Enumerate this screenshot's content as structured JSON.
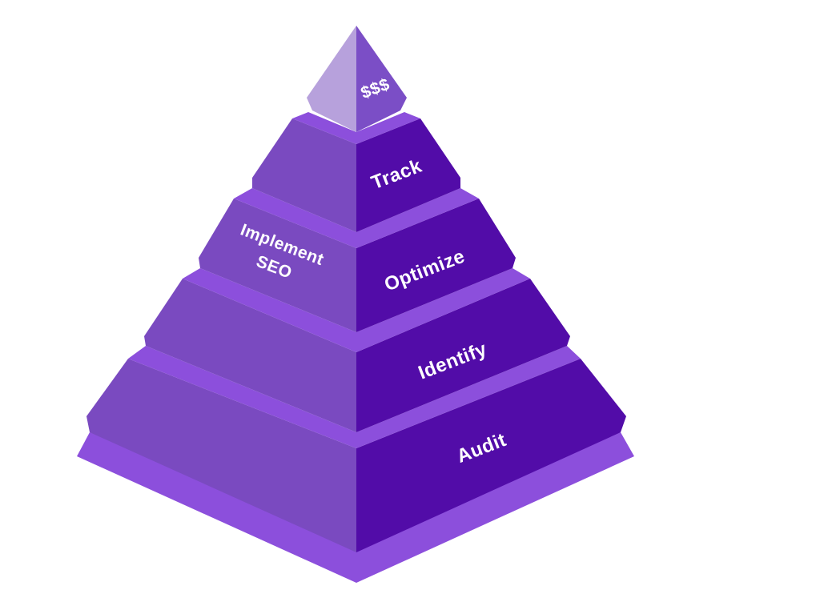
{
  "diagram": {
    "type": "layered-pyramid",
    "colors": {
      "left_face": "#7a4ac0",
      "right_face": "#520ca8",
      "ledge": "#8c4fdc",
      "apex_left": "#b7a1dc",
      "apex_right": "#7b4ec6",
      "text": "#ffffff"
    },
    "layers": [
      {
        "name": "apex",
        "label": "$$$"
      },
      {
        "name": "tier-2",
        "label": "Track"
      },
      {
        "name": "tier-3",
        "label": "Optimize",
        "left_label_lines": [
          "Implement",
          "SEO"
        ]
      },
      {
        "name": "tier-4",
        "label": "Identify"
      },
      {
        "name": "tier-5",
        "label": "Audit"
      }
    ]
  }
}
